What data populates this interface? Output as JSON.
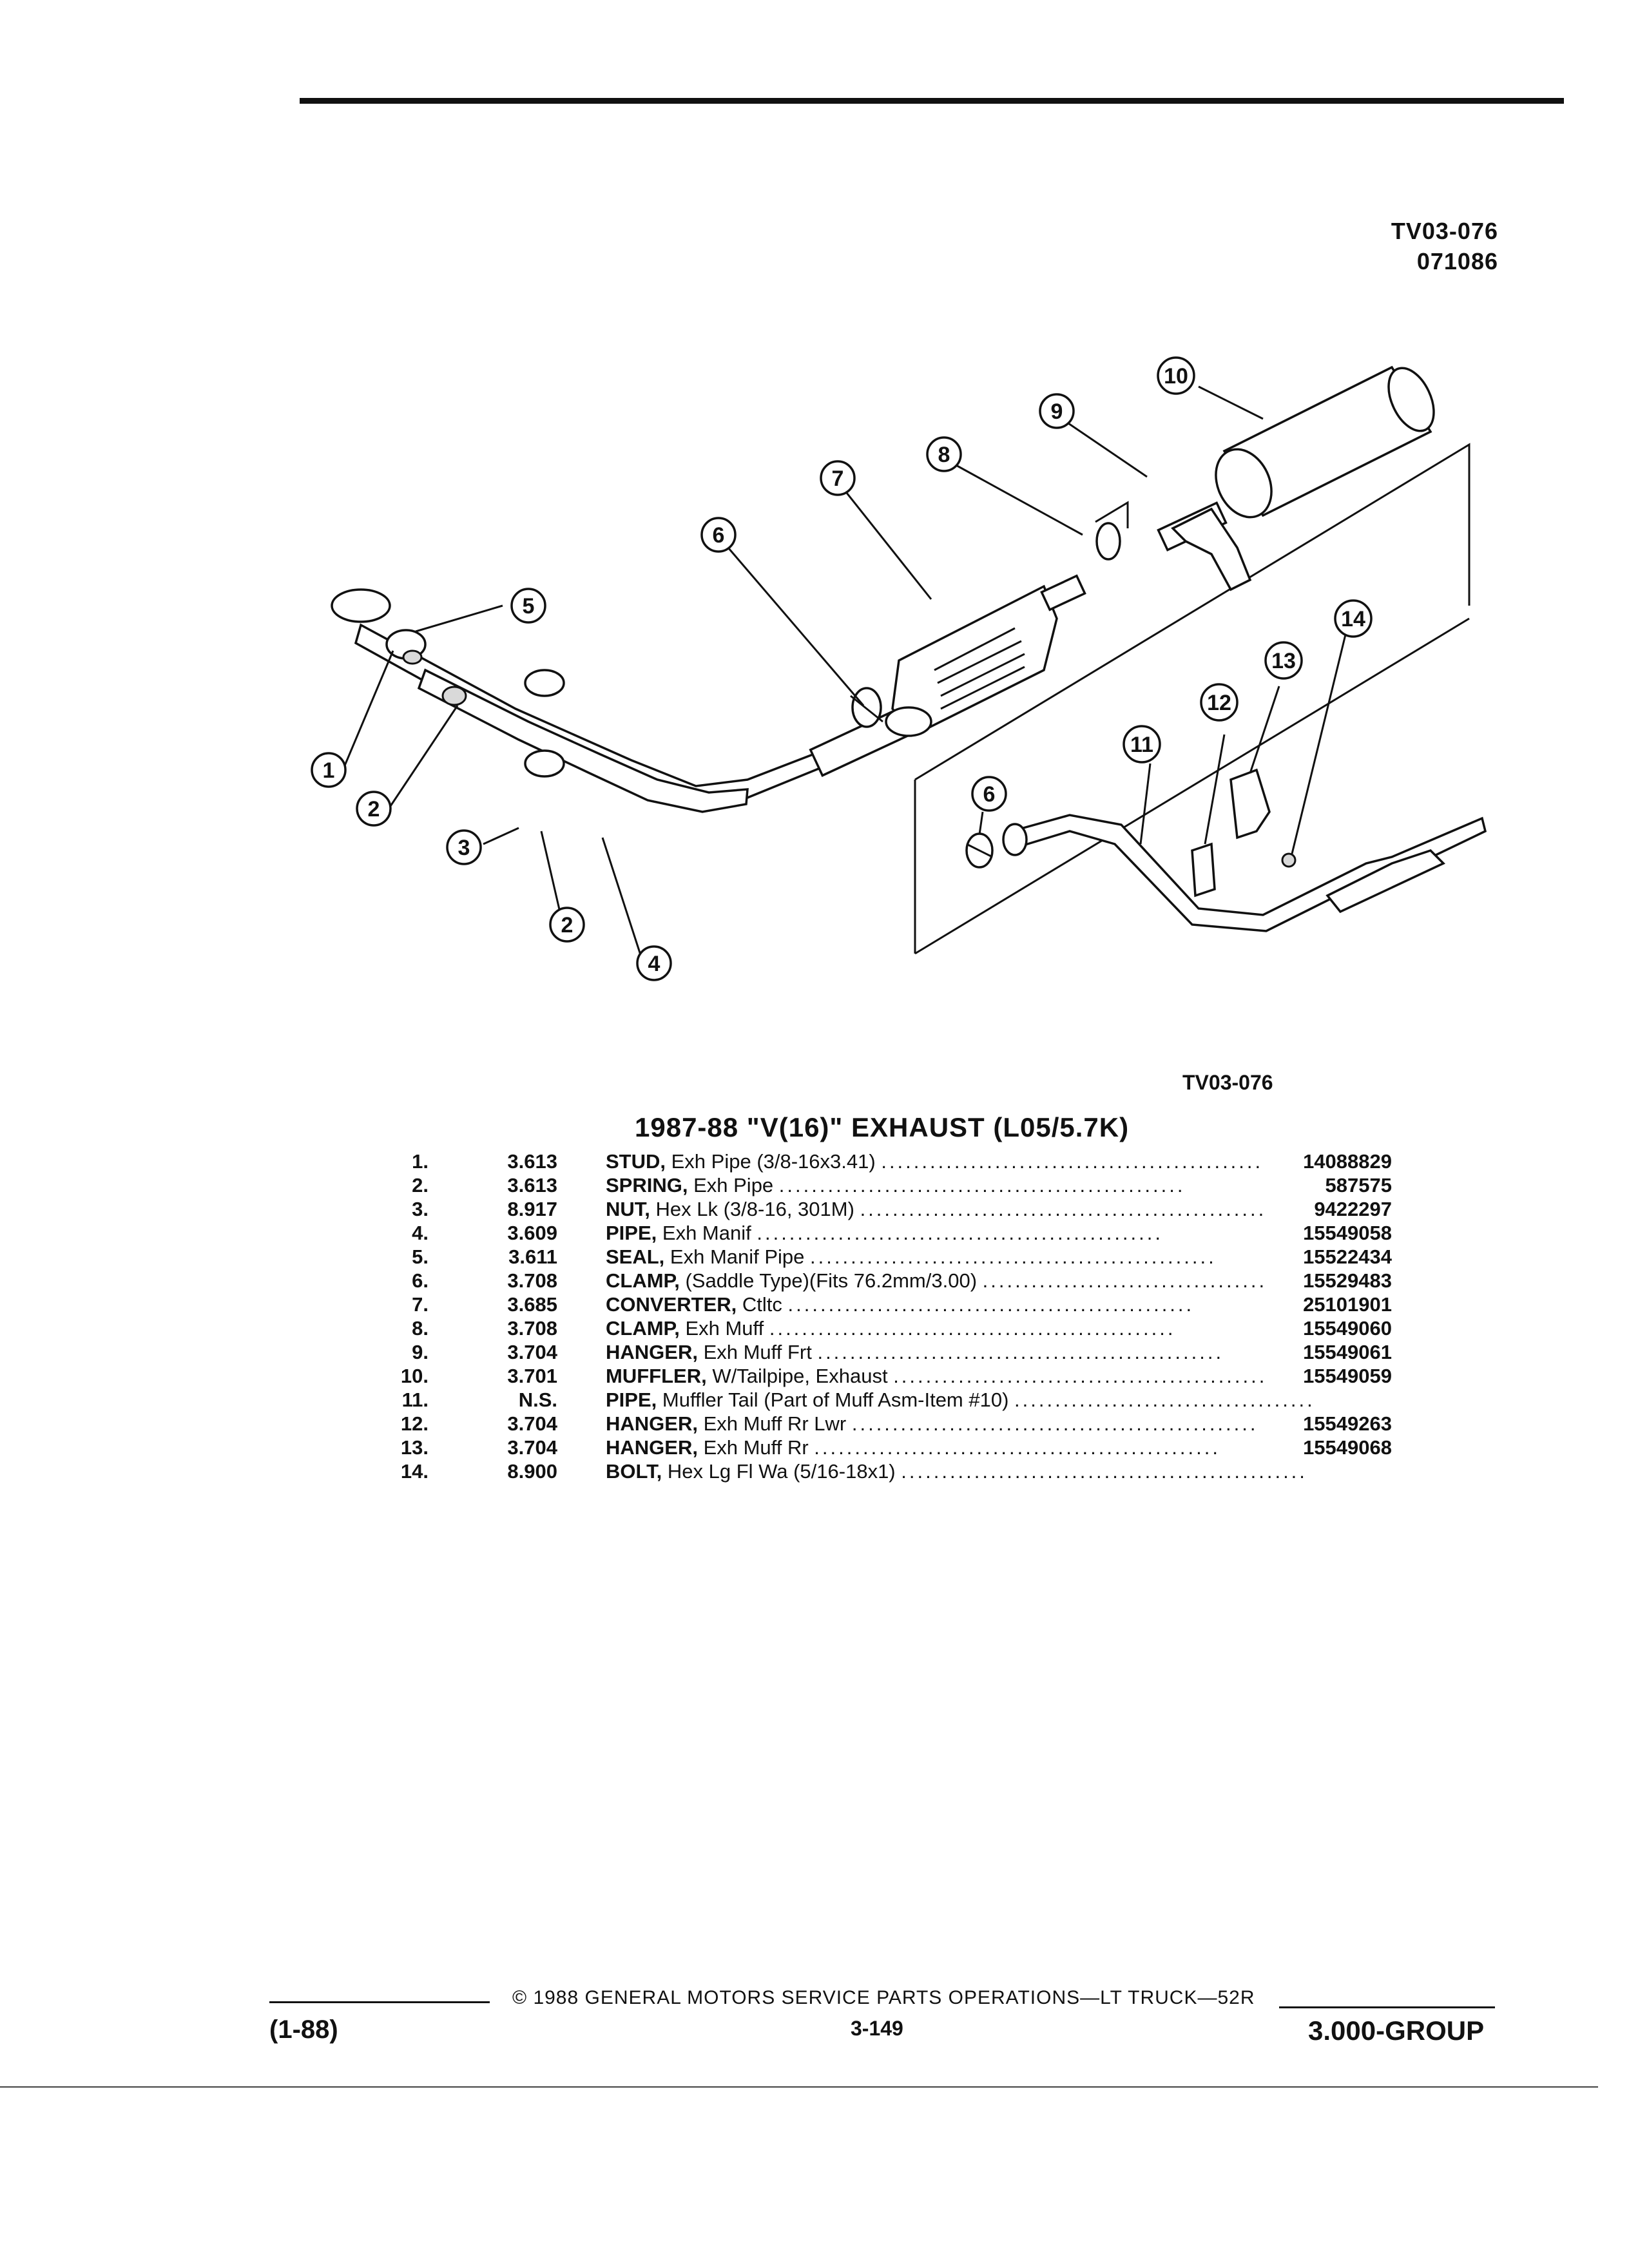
{
  "header": {
    "illustration_code": "TV03-076",
    "date_code": "071086"
  },
  "illustration": {
    "caption_code": "TV03-076",
    "callouts": [
      "1",
      "2",
      "3",
      "4",
      "5",
      "6",
      "7",
      "8",
      "9",
      "10",
      "11",
      "12",
      "13",
      "14",
      "2",
      "6"
    ]
  },
  "section_title": "1987-88 \"V(16)\" EXHAUST (L05/5.7K)",
  "parts": [
    {
      "index": "1.",
      "group": "3.613",
      "name": "STUD,",
      "desc": "Exh Pipe (3/8-16x3.41)",
      "part_no": "14088829"
    },
    {
      "index": "2.",
      "group": "3.613",
      "name": "SPRING,",
      "desc": "Exh Pipe",
      "part_no": "587575"
    },
    {
      "index": "3.",
      "group": "8.917",
      "name": "NUT,",
      "desc": "Hex Lk (3/8-16, 301M)",
      "part_no": "9422297"
    },
    {
      "index": "4.",
      "group": "3.609",
      "name": "PIPE,",
      "desc": "Exh Manif",
      "part_no": "15549058"
    },
    {
      "index": "5.",
      "group": "3.611",
      "name": "SEAL,",
      "desc": "Exh Manif Pipe",
      "part_no": "15522434"
    },
    {
      "index": "6.",
      "group": "3.708",
      "name": "CLAMP,",
      "desc": "(Saddle Type)(Fits 76.2mm/3.00)",
      "part_no": "15529483"
    },
    {
      "index": "7.",
      "group": "3.685",
      "name": "CONVERTER,",
      "desc": "Ctltc",
      "part_no": "25101901"
    },
    {
      "index": "8.",
      "group": "3.708",
      "name": "CLAMP,",
      "desc": "Exh Muff",
      "part_no": "15549060"
    },
    {
      "index": "9.",
      "group": "3.704",
      "name": "HANGER,",
      "desc": "Exh Muff Frt",
      "part_no": "15549061"
    },
    {
      "index": "10.",
      "group": "3.701",
      "name": "MUFFLER,",
      "desc": "W/Tailpipe, Exhaust",
      "part_no": "15549059"
    },
    {
      "index": "11.",
      "group": "N.S.",
      "name": "PIPE,",
      "desc": "Muffler Tail (Part of Muff Asm-Item #10)",
      "part_no": ""
    },
    {
      "index": "12.",
      "group": "3.704",
      "name": "HANGER,",
      "desc": "Exh Muff Rr Lwr",
      "part_no": "15549263"
    },
    {
      "index": "13.",
      "group": "3.704",
      "name": "HANGER,",
      "desc": "Exh Muff Rr",
      "part_no": "15549068"
    },
    {
      "index": "14.",
      "group": "8.900",
      "name": "BOLT,",
      "desc": "Hex Lg Fl Wa (5/16-18x1)",
      "part_no": ""
    }
  ],
  "footer": {
    "revision": "(1-88)",
    "copyright": "© 1988 GENERAL MOTORS SERVICE PARTS OPERATIONS—LT TRUCK—52R",
    "page": "3-149",
    "group": "3.000-GROUP"
  }
}
